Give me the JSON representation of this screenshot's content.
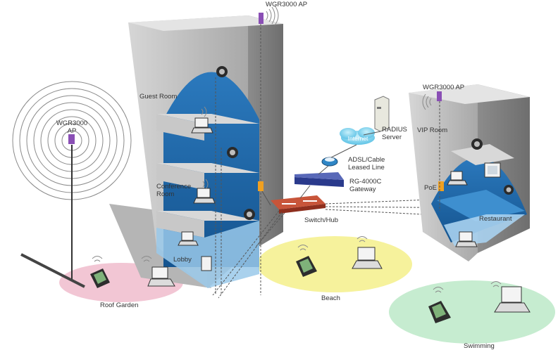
{
  "labels": {
    "guest_room": "Guest Room",
    "conference_room_line1": "Conference",
    "conference_room_line2": "Room",
    "lobby": "Lobby",
    "top_ap": "WGR3000 AP",
    "garden_ap_line1": "WGR3000",
    "garden_ap_line2": "AP",
    "vip_ap": "WGR3000 AP",
    "vip_room": "VIP Room",
    "poe": "PoE",
    "restaurant": "Restaurant",
    "radius_line1": "RADIUS",
    "radius_line2": "Server",
    "internet": "Internet",
    "adsl_line1": "ADSL/Cable",
    "adsl_line2": "Leased Line",
    "gateway_line1": "RG-4000C",
    "gateway_line2": "Gateway",
    "switch": "Switch/Hub",
    "roof_garden": "Roof Garden",
    "beach": "Beach",
    "swimming": "Swimming"
  },
  "colors": {
    "building": "#9a9a9a",
    "coverage_blue": "#1f6fb2",
    "coverage_light": "#3e8fcf",
    "garden_zone": "#f2c6d4",
    "beach_zone": "#f6f29c",
    "swimming_zone": "#c6ecd0",
    "internet_cloud": "#8fd6ee",
    "gateway": "#2a3a8c",
    "switch": "#b0432a"
  }
}
